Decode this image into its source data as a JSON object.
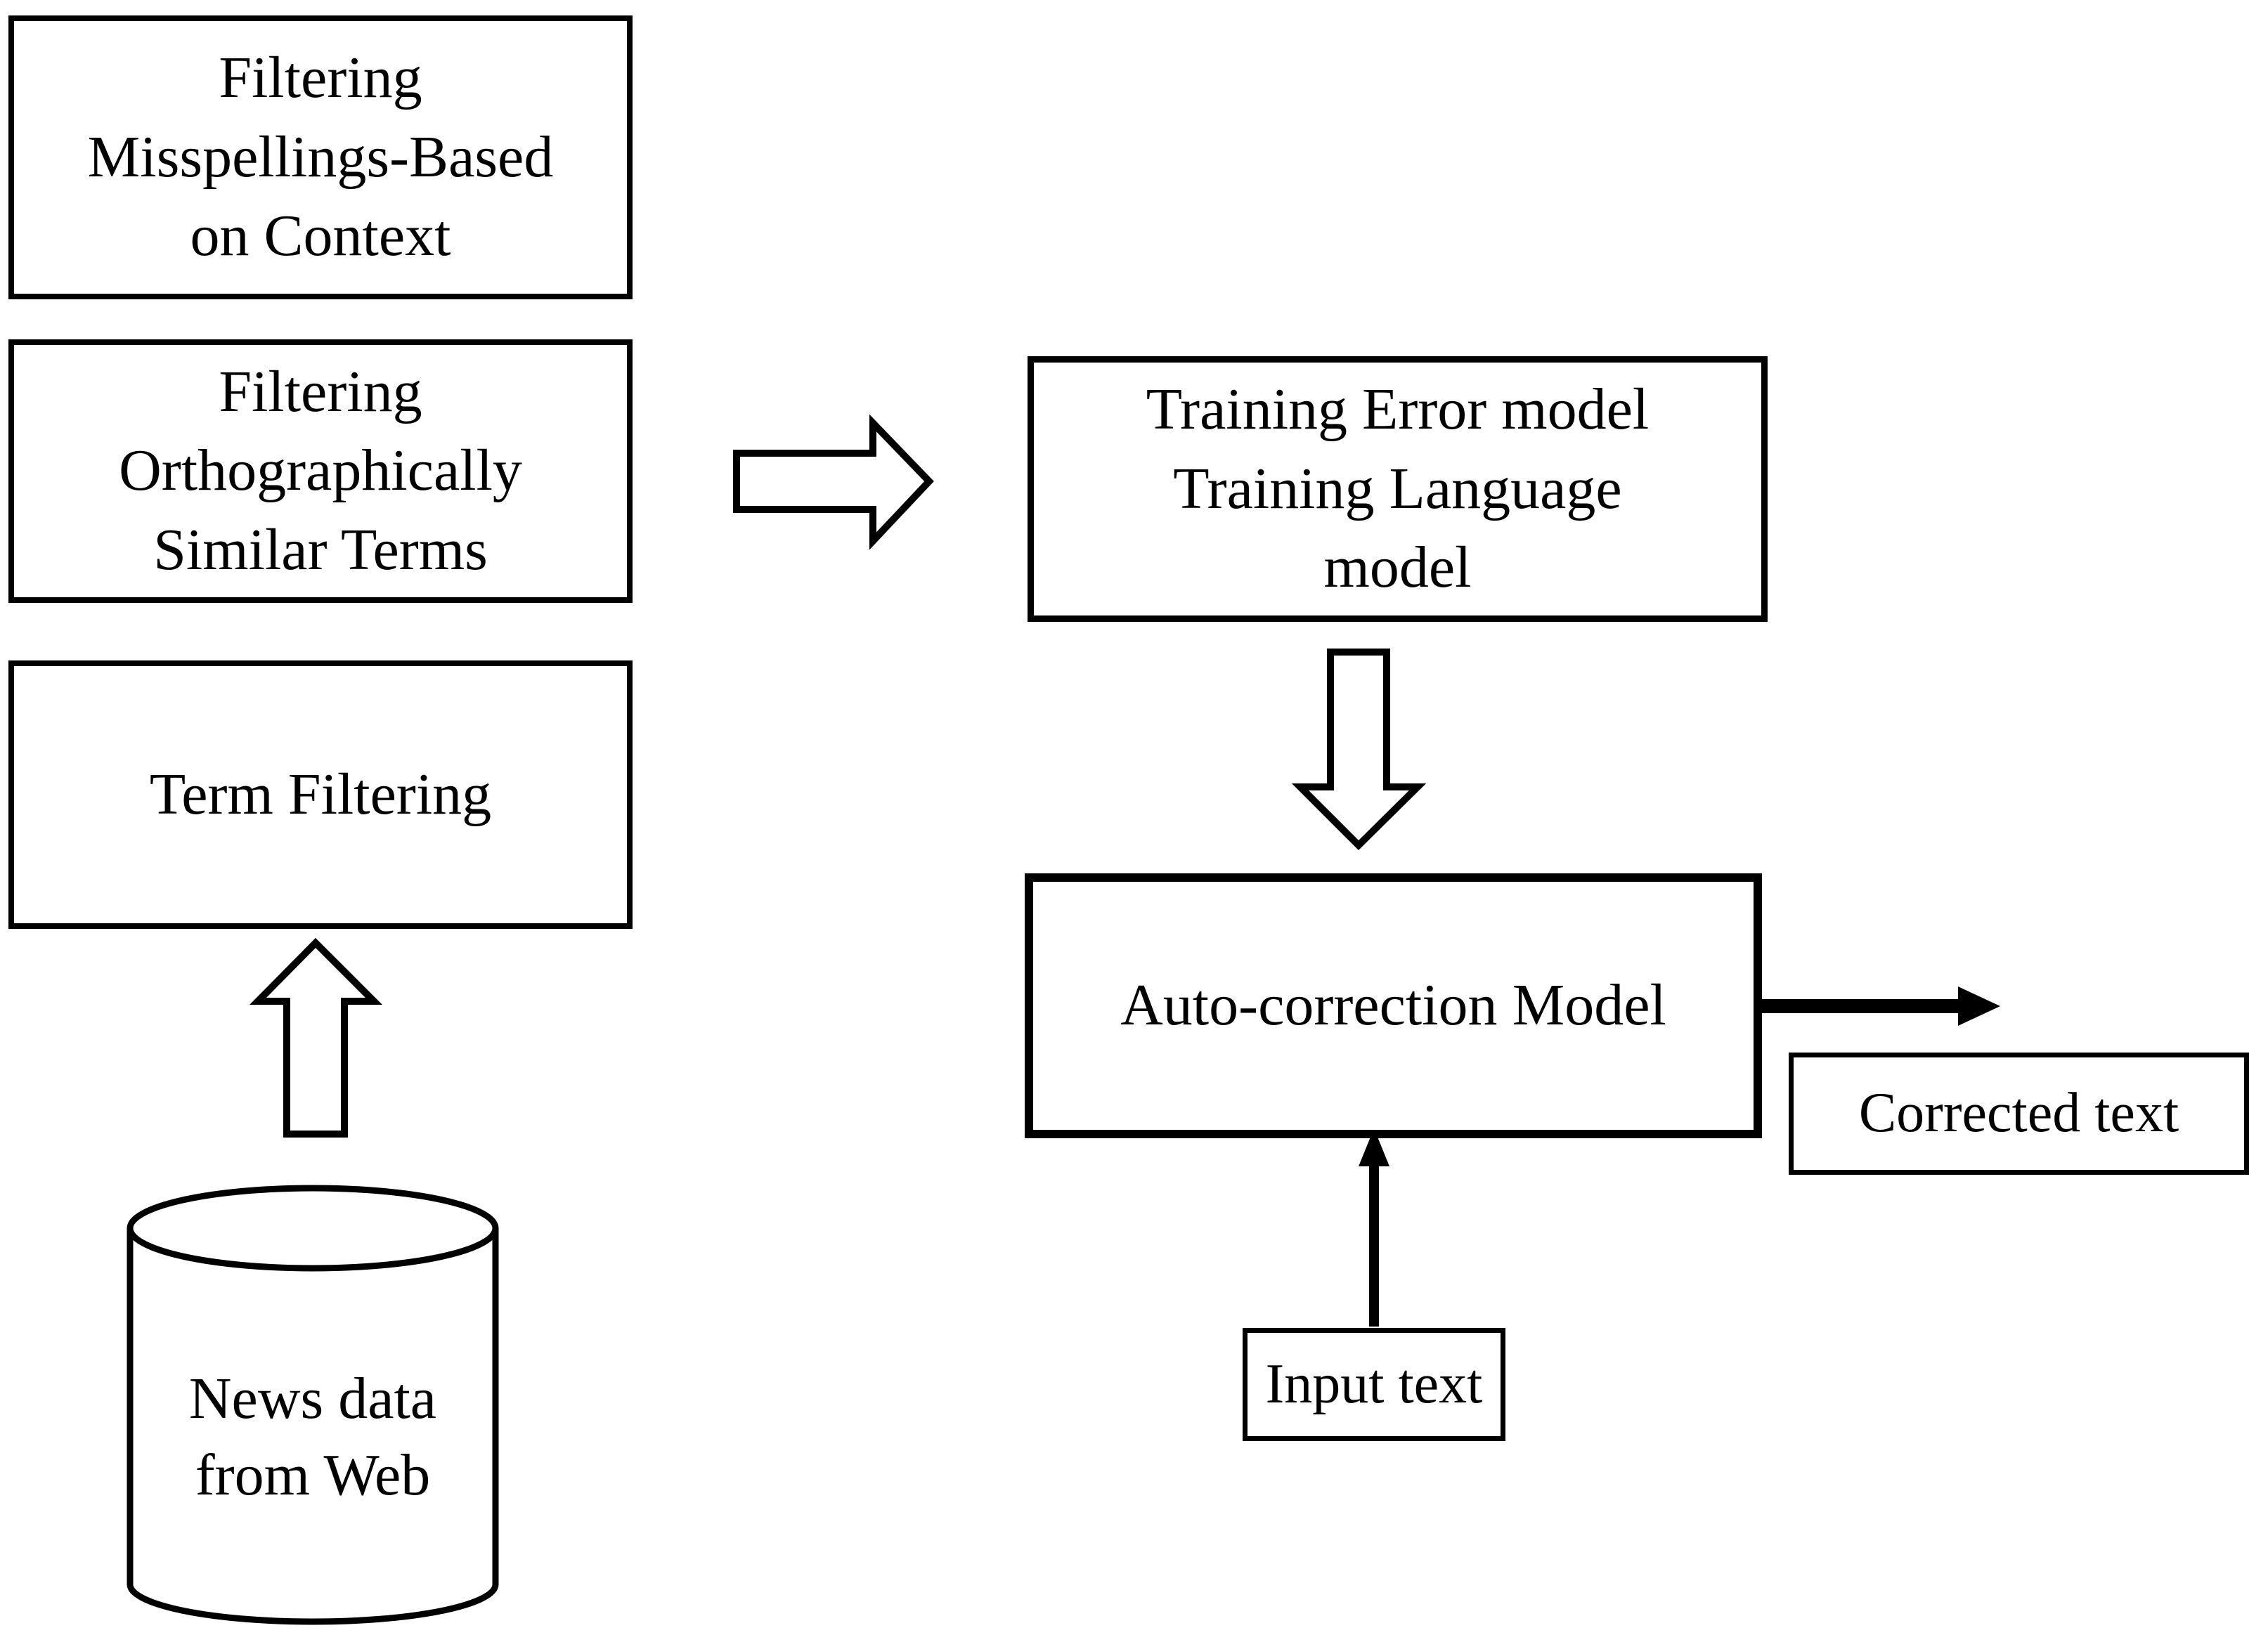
{
  "canvas": {
    "background": "#ffffff",
    "ink": "#000000"
  },
  "diagram": {
    "boxes": {
      "filtering_misspellings": {
        "label": "Filtering\nMisspellings-Based\non Context"
      },
      "filtering_orthographic": {
        "label": "Filtering\nOrthographically\nSimilar Terms"
      },
      "term_filtering": {
        "label": "Term Filtering"
      },
      "training": {
        "label": "Training Error model\nTraining Language\nmodel"
      },
      "auto_correction": {
        "label": "Auto-correction Model"
      },
      "corrected_text": {
        "label": "Corrected text"
      },
      "input_text": {
        "label": "Input text"
      }
    },
    "datastore": {
      "label": "News data\nfrom Web"
    },
    "connections": [
      {
        "from": "News data from Web",
        "to": "Term Filtering",
        "style": "outlined-block-arrow-up"
      },
      {
        "from": "Filtering Orthographically Similar Terms",
        "to": "Training Error model Training Language model",
        "style": "outlined-block-arrow-right"
      },
      {
        "from": "Training Error model Training Language model",
        "to": "Auto-correction Model",
        "style": "outlined-block-arrow-down"
      },
      {
        "from": "Auto-correction Model",
        "to": "Corrected text",
        "style": "solid-arrow-right"
      },
      {
        "from": "Input text",
        "to": "Auto-correction Model",
        "style": "solid-arrow-up"
      }
    ]
  }
}
